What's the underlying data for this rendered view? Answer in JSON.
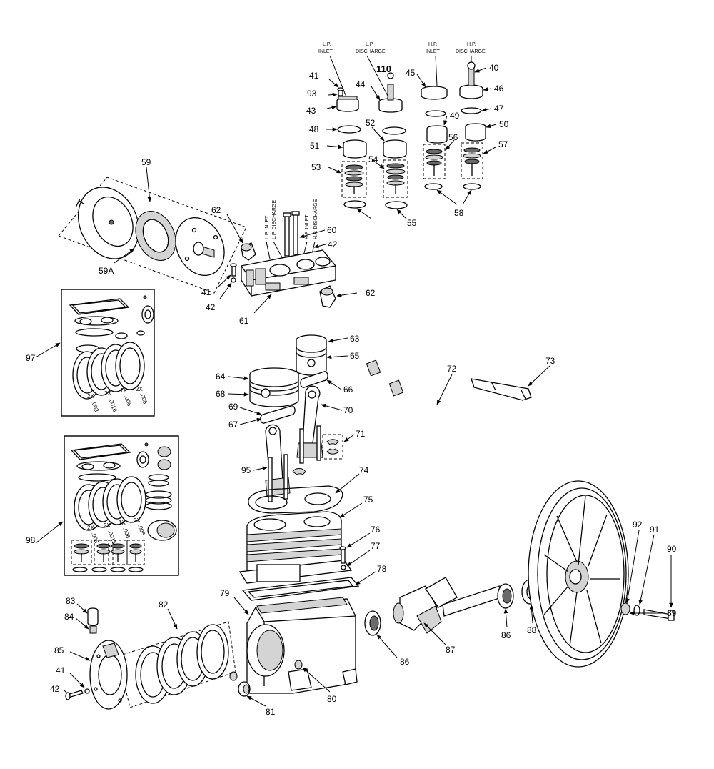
{
  "header_captions": {
    "lp_inlet_top": "L.P.",
    "lp_inlet_bottom": "INLET",
    "lp_discharge_top": "L.P.",
    "lp_discharge_bottom": "DISCHARGE",
    "hp_inlet_top": "H.P.",
    "hp_inlet_bottom": "INLET",
    "hp_discharge_top": "H.P.",
    "hp_discharge_bottom": "DISCHARGE"
  },
  "head_captions": {
    "lp_inlet": "L.P. INLET",
    "lp_discharge": "L.P. DISCHARGE",
    "hp_inlet": "H.P. INLET",
    "hp_discharge": "H.P. DISCHARGE"
  },
  "kit_97_shims": [
    {
      "qty": "2X",
      "size": ".003"
    },
    {
      "qty": "2X",
      "size": ".0015"
    },
    {
      "qty": "1X",
      "size": ".006"
    },
    {
      "qty": "2X",
      "size": ".005"
    }
  ],
  "kit_98_shims": [
    {
      "qty": "2X",
      "size": ".003"
    },
    {
      "qty": "2X",
      "size": ".0015"
    },
    {
      "qty": "1X",
      "size": ".006"
    },
    {
      "qty": "2X",
      "size": ".005"
    }
  ],
  "callouts": {
    "c40": "40",
    "c41a": "41",
    "c93": "93",
    "c43": "43",
    "c44": "44",
    "c110": "110",
    "c45": "45",
    "c46": "46",
    "c47": "47",
    "c48": "48",
    "c49": "49",
    "c50": "50",
    "c51": "51",
    "c52": "52",
    "c53": "53",
    "c54": "54",
    "c55": "55",
    "c56": "56",
    "c57": "57",
    "c58": "58",
    "c59": "59",
    "c59a": "59A",
    "c60": "60",
    "c61": "61",
    "c62a": "62",
    "c62b": "62",
    "c42a": "42",
    "c41b": "41",
    "c42b": "42",
    "c63": "63",
    "c64": "64",
    "c65": "65",
    "c66": "66",
    "c67": "67",
    "c68": "68",
    "c69": "69",
    "c70": "70",
    "c71": "71",
    "c72": "72",
    "c73": "73",
    "c74": "74",
    "c75": "75",
    "c76": "76",
    "c77": "77",
    "c78": "78",
    "c79": "79",
    "c80": "80",
    "c81": "81",
    "c82": "82",
    "c83": "83",
    "c84": "84",
    "c85": "85",
    "c41c": "41",
    "c42c": "42",
    "c86a": "86",
    "c86b": "86",
    "c87": "87",
    "c88": "88",
    "c89": "89",
    "c90": "90",
    "c91": "91",
    "c92": "92",
    "c95": "95",
    "c97": "97",
    "c98": "98"
  }
}
